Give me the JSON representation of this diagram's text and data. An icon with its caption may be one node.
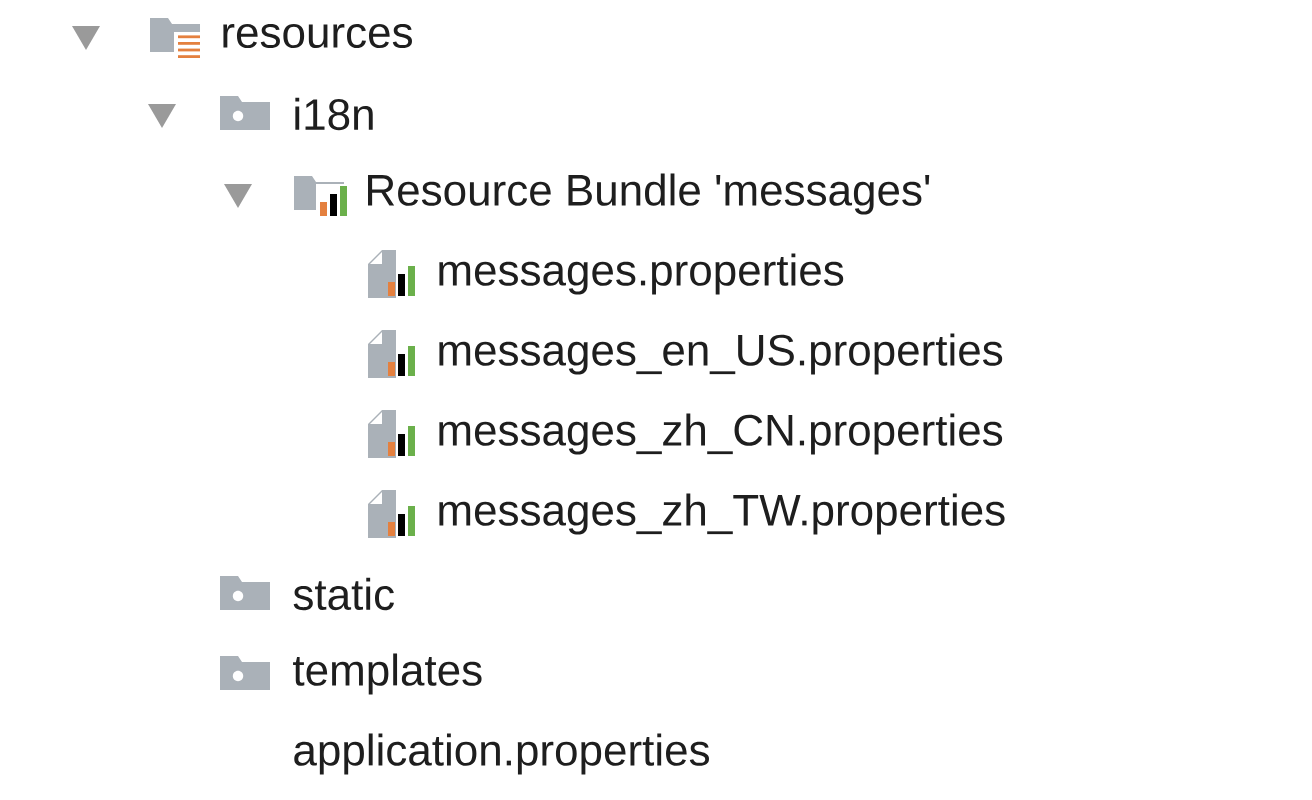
{
  "diagram": {
    "labels": [
      "resources",
      "i18n",
      "Resource Bundle 'messages'",
      "messages.properties",
      "messages_en_US.properties",
      "messages_zh_CN.properties",
      "messages_zh_TW.properties",
      "static",
      "templates",
      "application.properties"
    ]
  }
}
